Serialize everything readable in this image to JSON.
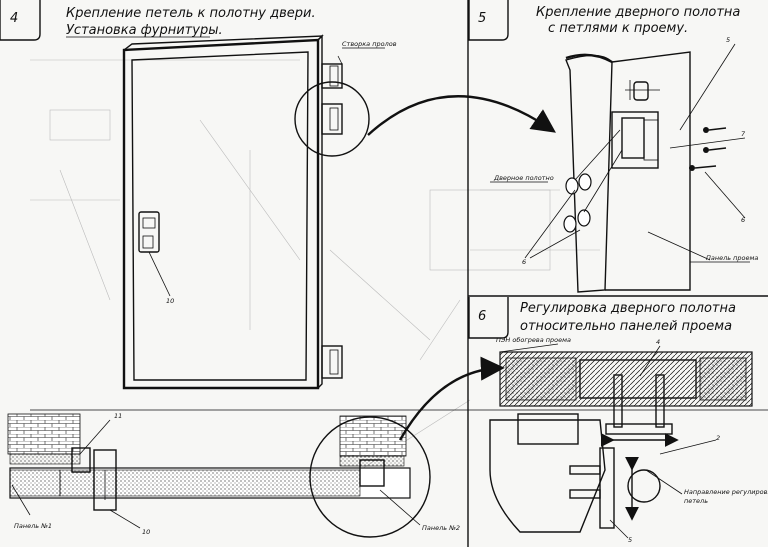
{
  "steps": [
    {
      "number": "4",
      "title_lines": [
        "Крепление петель к полотну  двери.",
        "Установка фурнитуры."
      ]
    },
    {
      "number": "5",
      "title_lines": [
        "Крепление дверного полотна",
        "с петлями к проему."
      ]
    },
    {
      "number": "6",
      "title_lines": [
        "Регулировка дверного полотна",
        "относительно панелей проема"
      ]
    }
  ],
  "labels": {
    "hinge_flaps": "Створка пролов",
    "door_leaf": "Дверное полотно",
    "opening_panel": "Панель проема",
    "panel_1": "Панель №1",
    "panel_2": "Панель №2",
    "heater": "ПЭН обогрева проема",
    "adjust_direction": [
      "Направление регулировки",
      "петель"
    ]
  },
  "callouts": {
    "c2": "2",
    "c4": "4",
    "c5": "5",
    "c6": "6",
    "c7": "7",
    "c10": "10",
    "c11": "11"
  }
}
